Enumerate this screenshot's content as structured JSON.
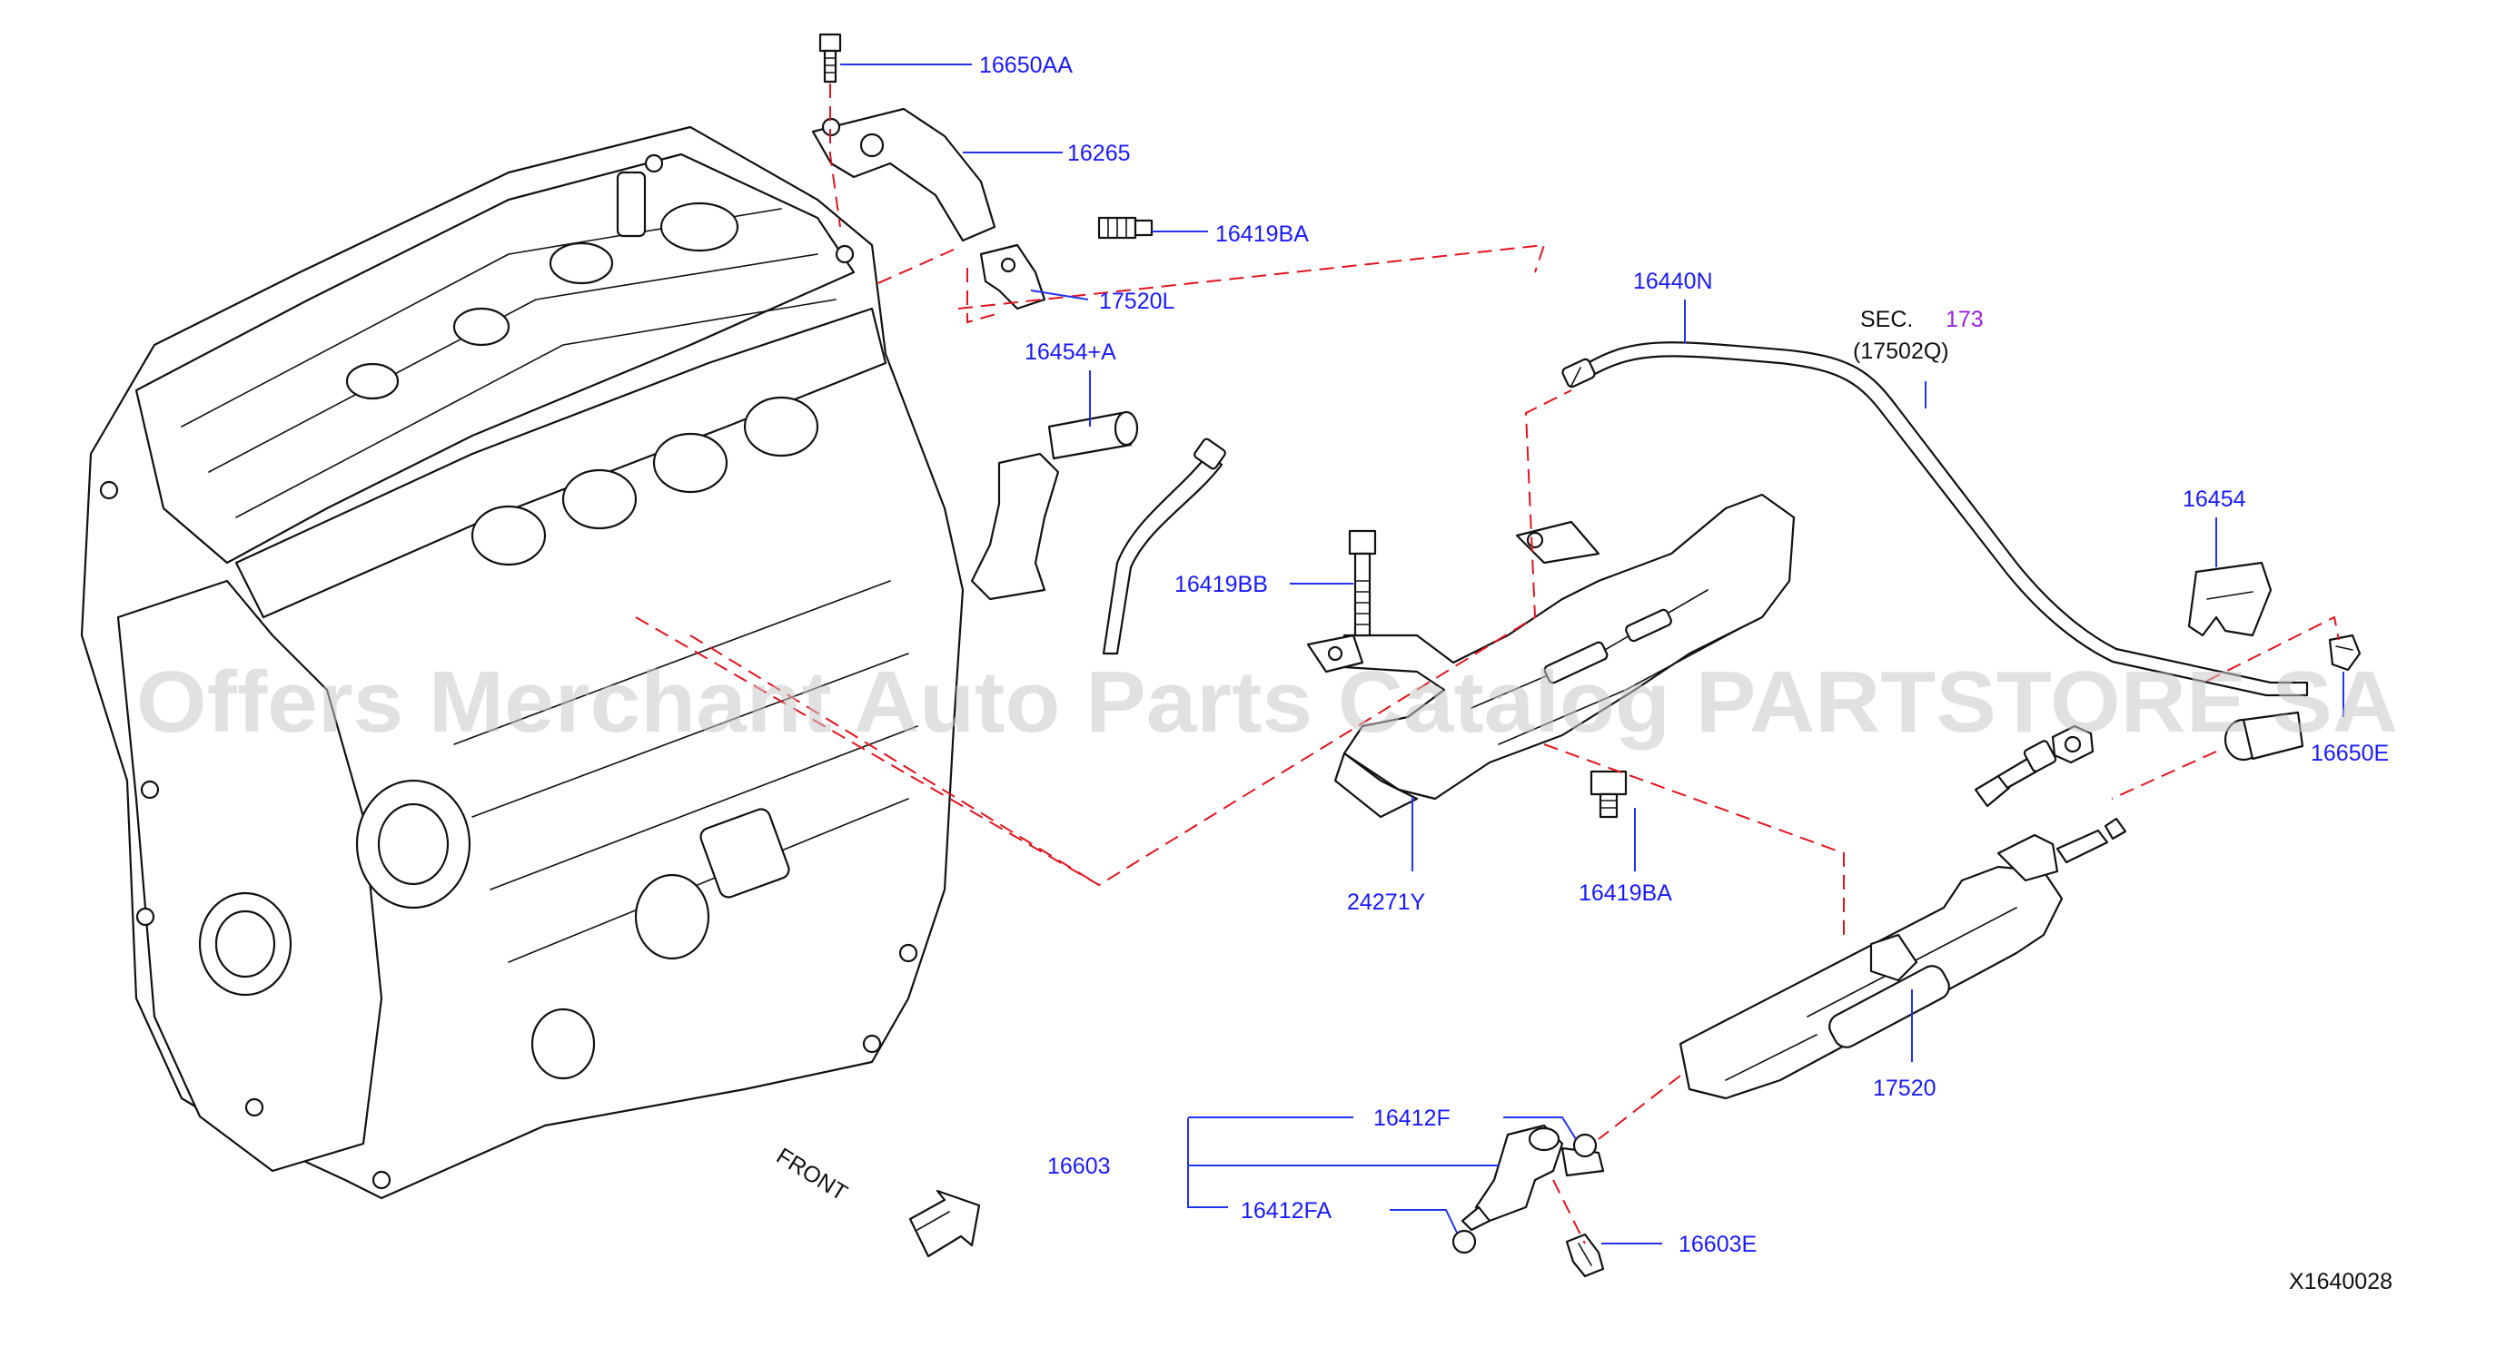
{
  "watermark": "Offers Merchant Auto Parts Catalog PARTSTORE SA",
  "diagram_code": "X1640028",
  "front_label": "FRONT",
  "section_ref": {
    "sec_label": "SEC.",
    "sec_number": "173",
    "sec_part": "(17502Q)"
  },
  "callouts": {
    "c16650AA": "16650AA",
    "c16265": "16265",
    "c16419BA_top": "16419BA",
    "c17520L": "17520L",
    "c16454A": "16454+A",
    "c16440N": "16440N",
    "c16454": "16454",
    "c16650E": "16650E",
    "c16419BB": "16419BB",
    "c24271Y": "24271Y",
    "c16419BA_mid": "16419BA",
    "c17520": "17520",
    "c16603": "16603",
    "c16412F": "16412F",
    "c16412FA": "16412FA",
    "c16603E": "16603E"
  },
  "colors": {
    "callout": "#1a1aff",
    "leader": "#2233ee",
    "dashed_link": "#e0141e",
    "section_number": "#9a22dd",
    "outline": "#111111"
  }
}
